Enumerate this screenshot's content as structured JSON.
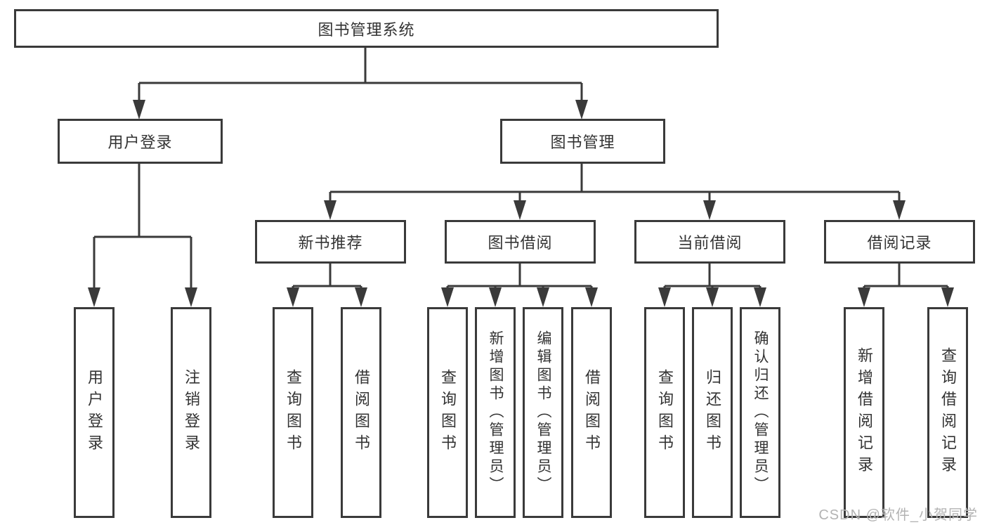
{
  "tree": {
    "root": "图书管理系统",
    "level2": [
      "用户登录",
      "图书管理"
    ],
    "level3": [
      "新书推荐",
      "图书借阅",
      "当前借阅",
      "借阅记录"
    ],
    "login_children": [
      "用户登录",
      "注销登录"
    ],
    "newbook_children": [
      "查询图书",
      "借阅图书"
    ],
    "borrow_children": [
      "查询图书",
      "新增图书（管理员）",
      "编辑图书（管理员）",
      "借阅图书"
    ],
    "current_children": [
      "查询图书",
      "归还图书",
      "确认归还（管理员）"
    ],
    "record_children": [
      "新增借阅记录",
      "查询借阅记录"
    ]
  },
  "watermark": "CSDN @软件_小贺同学",
  "colors": {
    "line": "#3a3a3a",
    "text": "#333333",
    "watermark": "#b3b3b3",
    "background": "#ffffff"
  }
}
